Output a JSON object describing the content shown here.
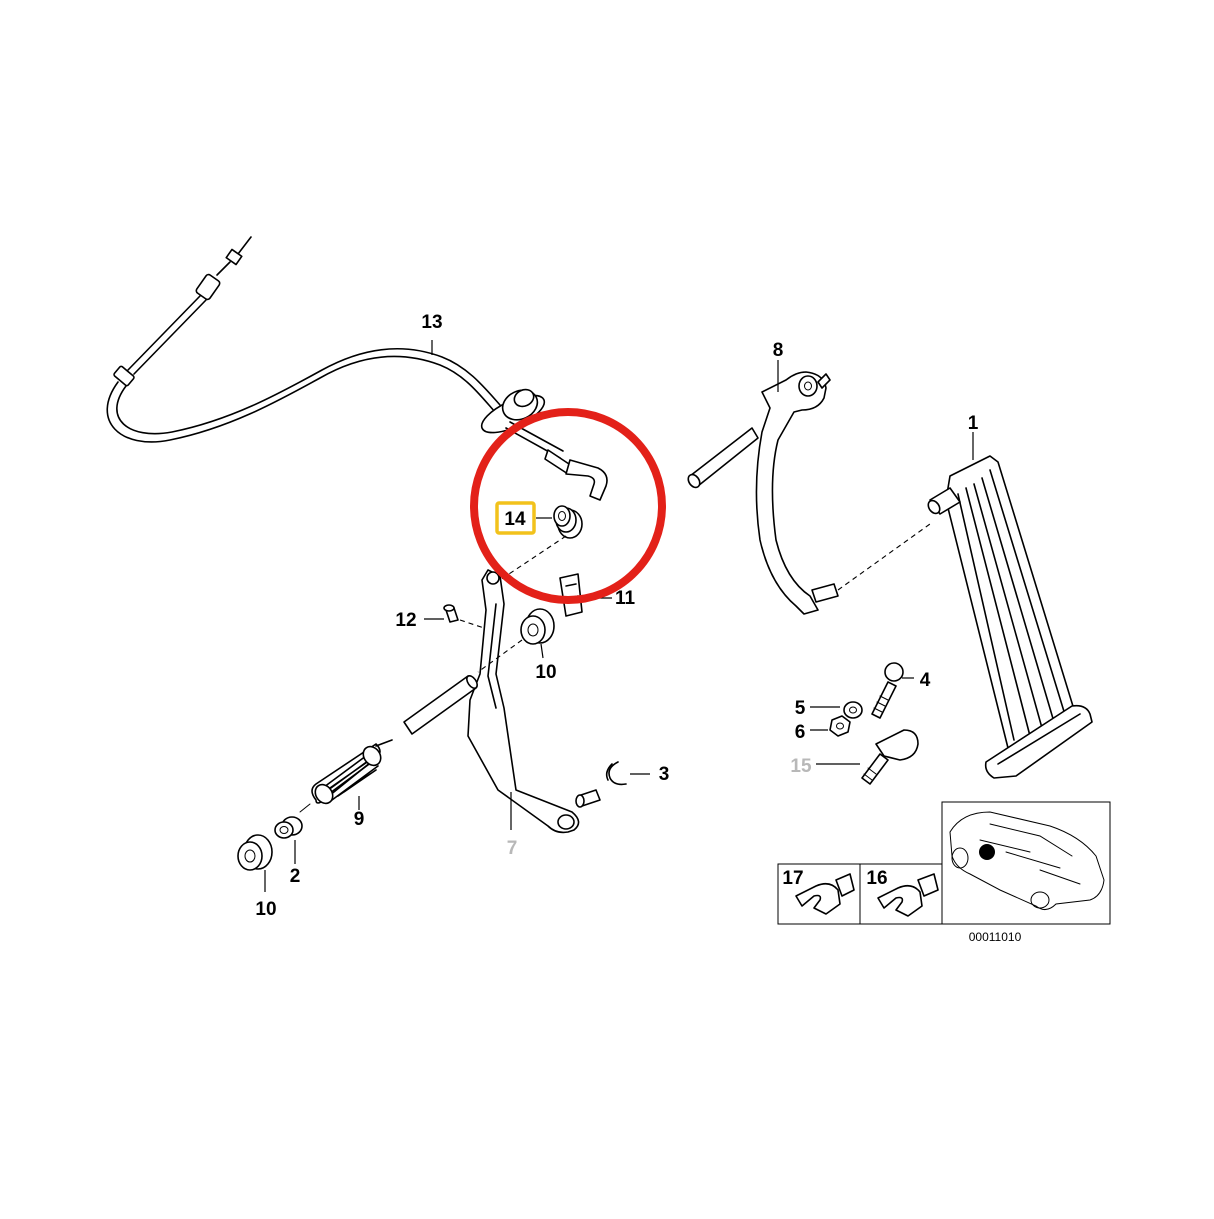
{
  "diagram": {
    "part_labels": {
      "p1": "1",
      "p2": "2",
      "p3": "3",
      "p4": "4",
      "p5": "5",
      "p6": "6",
      "p7": "7",
      "p8": "8",
      "p9": "9",
      "p10a": "10",
      "p10b": "10",
      "p11": "11",
      "p12": "12",
      "p13": "13",
      "p14": "14",
      "p15": "15",
      "p16": "16",
      "p17": "17"
    },
    "diagram_code": "00011010",
    "highlighted_part": "14",
    "colors": {
      "highlight_circle": "#e32119",
      "highlight_box": "#f2c21b",
      "inactive_label": "#b8b8b8",
      "line": "#000000"
    }
  }
}
